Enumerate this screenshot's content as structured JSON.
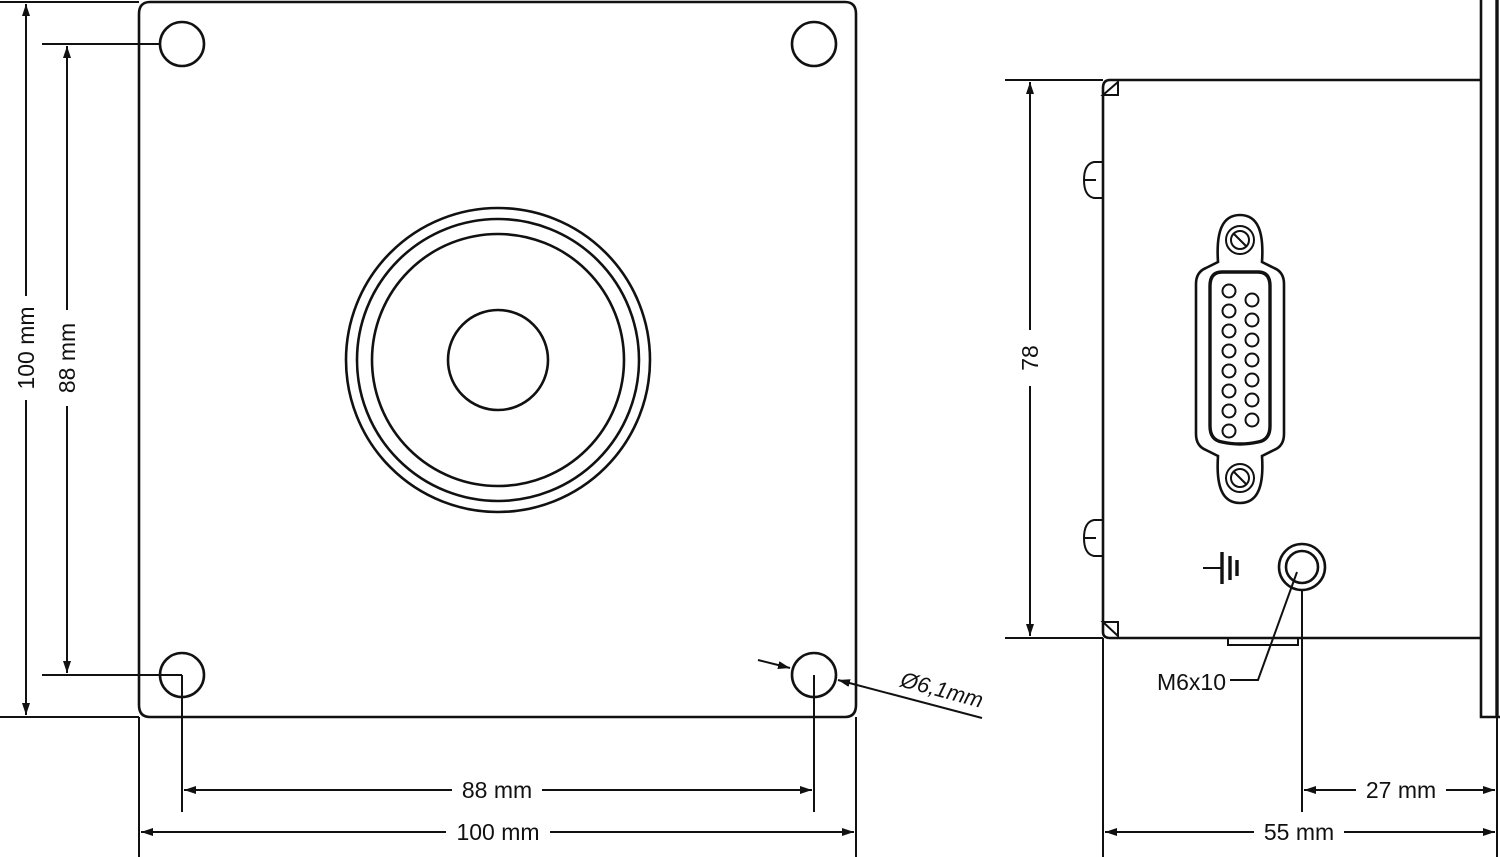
{
  "front_view": {
    "overall_width": "100 mm",
    "overall_height": "100 mm",
    "hole_spacing_horizontal": "88 mm",
    "hole_spacing_vertical": "88 mm",
    "hole_diameter": "Ø6,1mm"
  },
  "side_view": {
    "body_height": "78",
    "overall_depth": "55 mm",
    "ground_offset": "27 mm",
    "thread_callout": "M6x10"
  },
  "icons": {
    "connector": "db15-connector-icon",
    "ground": "ground-symbol-icon",
    "ground_stud": "ground-stud-icon"
  }
}
